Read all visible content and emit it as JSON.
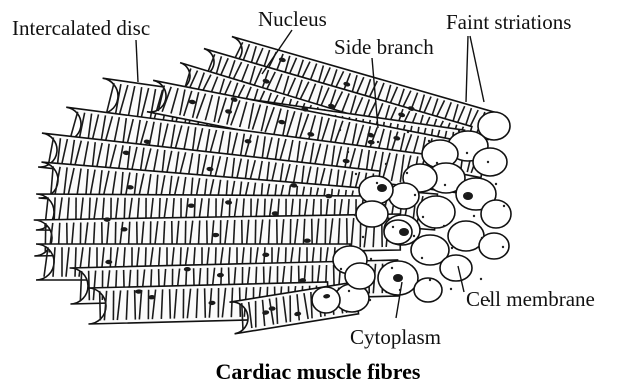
{
  "labels": {
    "intercalated_disc": "Intercalated disc",
    "nucleus": "Nucleus",
    "side_branch": "Side branch",
    "faint_striations": "Faint striations",
    "cell_membrane": "Cell membrane",
    "cytoplasm": "Cytoplasm"
  },
  "caption": "Cardiac muscle fibres",
  "colors": {
    "ink": "#111111",
    "background": "#ffffff"
  }
}
